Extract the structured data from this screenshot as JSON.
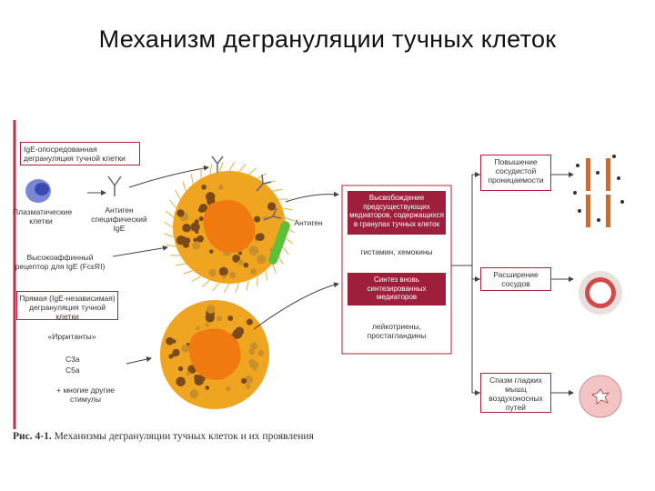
{
  "title": "Механизм дегрануляции тучных клеток",
  "labels": {
    "ige_box": "IgE-опосредованная дегрануляция тучной клетки",
    "plasma": "Плазматические клетки",
    "antigen_specific": "Антиген специфический IgE",
    "antigen": "Антиген",
    "receptor": "Высокоаффинный рецептор для IgE (FcεRI)",
    "direct_box": "Прямая (IgE-независимая) дегрануляция тучной клетки",
    "irritants": "«Ирританты»",
    "c3a": "C3a",
    "c5a": "C5a",
    "others": "+ многие другие стимулы",
    "release_bar": "Высвобождение предсуществующих медиаторов, содержащихся в гранулах тучных клеток",
    "histamine": "гистамин, хемокины",
    "synth_bar": "Синтез вновь синтезированных медиаторов",
    "leuko": "лейкотриены, простагландины",
    "effect1": "Повышение сосудистой проницаемости",
    "effect2": "Расширение сосудов",
    "effect3": "Спазм гладких мышц воздухоносных путей"
  },
  "caption_num": "Рис. 4-1.",
  "caption_text": "Механизмы дегрануляции тучных клеток и их проявления",
  "colors": {
    "accent": "#b0243a",
    "bar": "#9e1f3c",
    "cell": "#f0a520",
    "nucleus": "#f07a10"
  }
}
